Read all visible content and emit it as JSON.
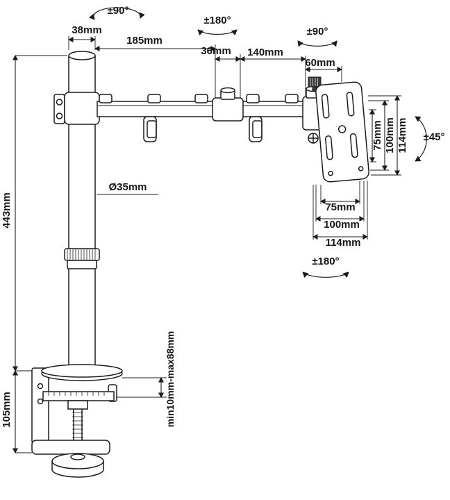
{
  "diagram": {
    "subject": "Monitor desk mount arm dimension drawing",
    "angles": {
      "pole_swivel": "±90°",
      "elbow_swivel": "±180°",
      "head_swivel": "±90°",
      "vesa_tilt": "±45°",
      "vesa_rotation": "±180°"
    },
    "arm": {
      "pole_top_width": "38mm",
      "segment1_length": "185mm",
      "elbow_width": "36mm",
      "segment2_length": "140mm",
      "head_offset": "60mm"
    },
    "pole": {
      "height": "443mm",
      "diameter": "Ø35mm"
    },
    "clamp": {
      "height": "105mm",
      "thickness_range": "min10mm-max88mm"
    },
    "vesa": {
      "vertical": [
        "75mm",
        "100mm",
        "114mm"
      ],
      "horizontal": [
        "75mm",
        "100mm",
        "114mm"
      ]
    }
  }
}
